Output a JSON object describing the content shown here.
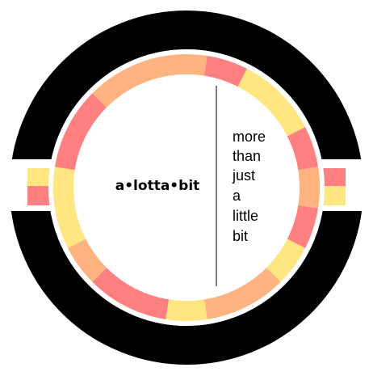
{
  "logo": {
    "brand_text": "a•lotta•bit",
    "tagline_lines": [
      "more",
      "than",
      "just",
      "a",
      "little",
      "bit"
    ],
    "colors": {
      "outer_ring": "#000000",
      "background": "#ffffff",
      "divider": "#555555",
      "segment_palette": [
        "#ff8080",
        "#ffb380",
        "#ffe680"
      ]
    }
  }
}
